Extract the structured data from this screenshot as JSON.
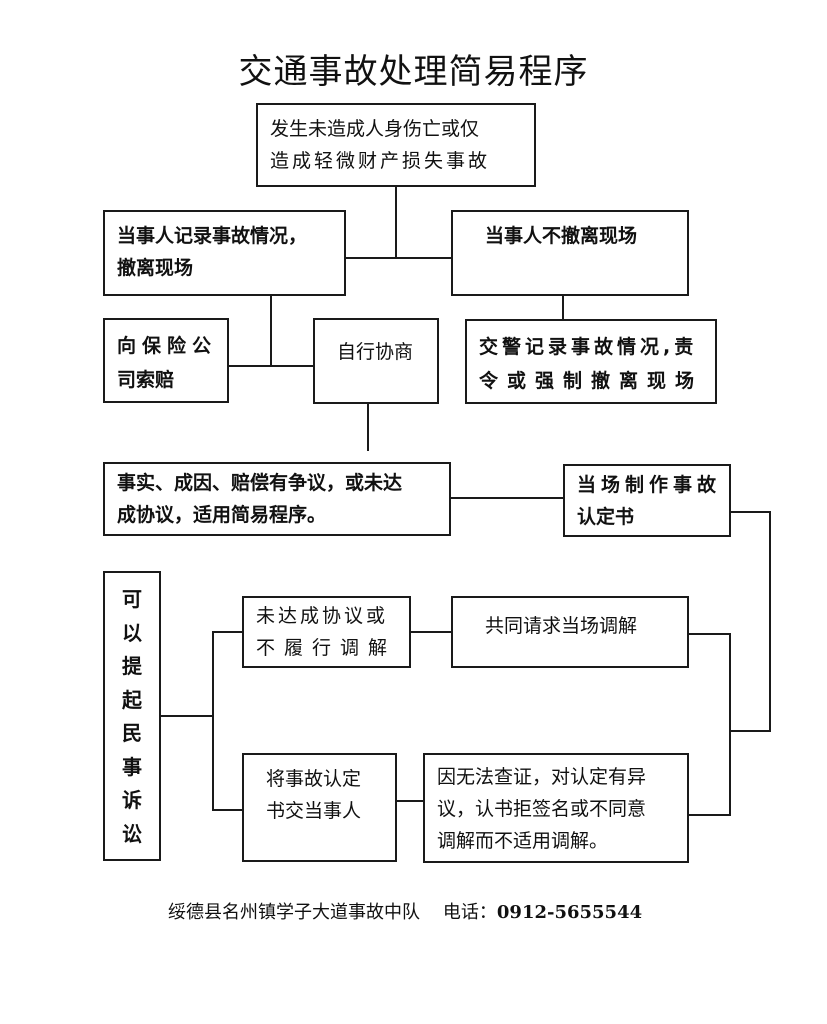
{
  "title": "交通事故处理简易程序",
  "nodes": {
    "start": {
      "line1": "发生未造成人身伤亡或仅",
      "line2": "造成轻微财产损失事故"
    },
    "leave": {
      "line1": "当事人记录事故情况，",
      "line2": "撤离现场"
    },
    "stay": {
      "line1": "当事人不撤离现场"
    },
    "insurance": {
      "line1": "向保险公",
      "line2": "司索赔"
    },
    "negotiate": {
      "line1": "自行协商"
    },
    "police": {
      "line1": "交警记录事故情况,责",
      "line2": "令或强制撤离现场"
    },
    "dispute": {
      "line1": "事实、成因、赔偿有争议，或未达",
      "line2": "成协议，适用简易程序。"
    },
    "certificate": {
      "line1": "当场制作事故",
      "line2": "认定书"
    },
    "lawsuit": {
      "chars": [
        "可",
        "以",
        "提",
        "起",
        "民",
        "事",
        "诉",
        "讼"
      ]
    },
    "mediation_fail": {
      "line1": "未达成协议或",
      "line2": "不履行调解"
    },
    "joint_mediation": {
      "line1": "共同请求当场调解"
    },
    "deliver": {
      "line1": "将事故认定",
      "line2": "书交当事人"
    },
    "no_mediation": {
      "line1": "因无法查证，对认定有异",
      "line2": "议，认书拒签名或不同意",
      "line3": "调解而不适用调解。"
    }
  },
  "footer": {
    "org": "绥德县名州镇学子大道事故中队",
    "phone_label": "电话：",
    "phone": "0912-5655544"
  }
}
